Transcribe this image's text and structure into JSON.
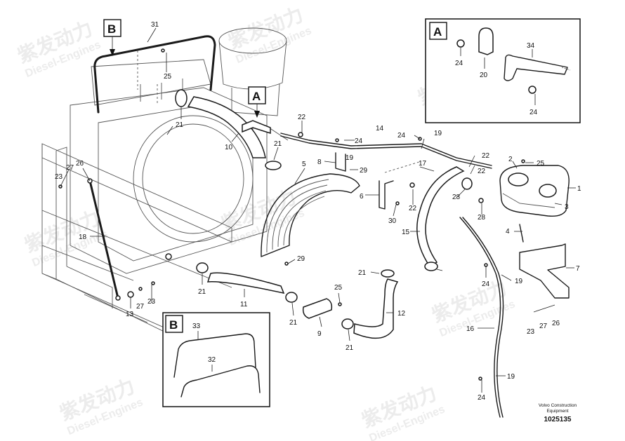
{
  "watermark": {
    "brand": "紫发动力",
    "sub": "Diesel-Engines"
  },
  "callouts": [
    {
      "label": "A"
    },
    {
      "label": "B"
    },
    {
      "label": "A"
    },
    {
      "label": "B"
    }
  ],
  "part_numbers": [
    "31",
    "25",
    "21",
    "10",
    "21",
    "22",
    "14",
    "24",
    "24",
    "19",
    "19",
    "8",
    "29",
    "5",
    "17",
    "22",
    "22",
    "2",
    "25",
    "1",
    "3",
    "6",
    "28",
    "22",
    "30",
    "15",
    "4",
    "7",
    "24",
    "19",
    "28",
    "29",
    "26",
    "27",
    "23",
    "18",
    "21",
    "11",
    "25",
    "21",
    "12",
    "9",
    "21",
    "21",
    "13",
    "27",
    "23",
    "16",
    "23",
    "27",
    "26",
    "19",
    "24",
    "24",
    "20",
    "34",
    "24",
    "33",
    "32"
  ],
  "footer": {
    "company": "Volvo Construction",
    "dept": "Equipment",
    "drawing_no": "1025135"
  }
}
